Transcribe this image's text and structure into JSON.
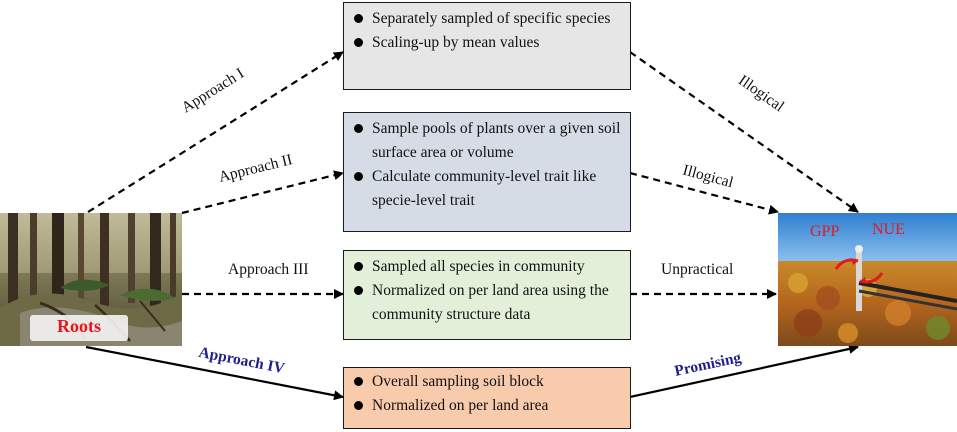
{
  "boxes": {
    "approach1": {
      "bullets": [
        "Separately sampled of specific species",
        "Scaling-up by mean values"
      ],
      "fill": "#e6e6e6"
    },
    "approach2": {
      "bullets": [
        "Sample pools of plants over a given soil surface area or volume",
        "Calculate community-level trait like specie-level trait"
      ],
      "fill": "#d6dce5"
    },
    "approach3": {
      "bullets": [
        "Sampled all species in community",
        "Normalized on per land area using the community structure data"
      ],
      "fill": "#e2f0d9"
    },
    "approach4": {
      "bullets": [
        "Overall sampling soil block",
        "Normalized on per land area"
      ],
      "fill": "#f8cbad"
    }
  },
  "left_labels": {
    "approach1": "Approach I",
    "approach2": "Approach II",
    "approach3": "Approach III",
    "approach4": "Approach IV"
  },
  "right_labels": {
    "approach1": "Illogical",
    "approach2": "Illogical",
    "approach3": "Unpractical",
    "approach4": "Promising"
  },
  "left_photo": {
    "label": "Roots",
    "label_color": "#e8141c"
  },
  "right_photo": {
    "gpp_label": "GPP",
    "nue_label": "NUE",
    "label_color": "#e31a1c"
  },
  "colors": {
    "emphasis_text": "#1f1f8f",
    "arrow": "#000000"
  }
}
